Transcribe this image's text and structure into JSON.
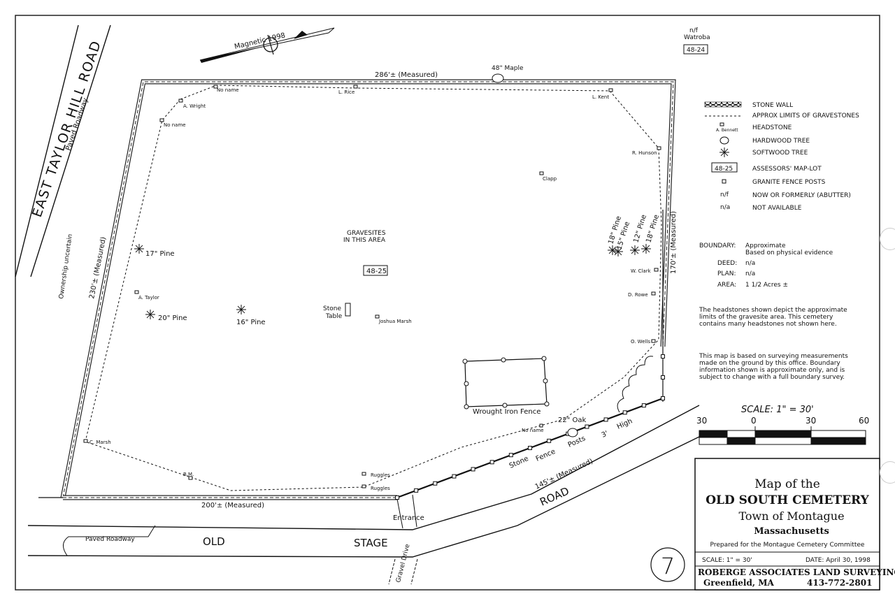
{
  "roads": {
    "east_taylor_hill": "EAST TAYLOR HILL ROAD",
    "east_taylor_hill_surface": "Paved Roadway",
    "old_stage_1": "OLD",
    "old_stage_2": "STAGE",
    "old_stage_3": "ROAD",
    "paved_roadway": "Paved Roadway",
    "gravel_drive": "Gravel Drive",
    "entrance": "Entrance"
  },
  "north_arrow": {
    "label": "Magnetic 1998"
  },
  "abutter": {
    "owner_prefix": "n/f",
    "owner": "Watroba",
    "lot": "48-24"
  },
  "boundary": {
    "north": "286'± (Measured)",
    "west": "230'± (Measured)",
    "east": "170'± (Measured)",
    "south": "200'± (Measured)",
    "southeast": "145'± (Measured)",
    "ownership_note": "Ownership uncertain"
  },
  "trees": {
    "maple_48": "48\" Maple",
    "pine_17": "17\" Pine",
    "pine_20": "20\" Pine",
    "pine_16": "16\" Pine",
    "pine_18a": "18\" Pine",
    "pine_15": "15\" Pine",
    "pine_12": "12\" Pine",
    "pine_18b": "18\" Pine",
    "oak_22": "22\" Oak"
  },
  "headstones": {
    "no_name_1": "No name",
    "l_rice": "L. Rice",
    "l_kent": "L. Kent",
    "a_wright": "A. Wright",
    "no_name_2": "No name",
    "r_hunson": "R. Hunson",
    "clapp": "Clapp",
    "w_clark": "W. Clark",
    "d_rowe": "D. Rowe",
    "a_taylor": "A. Taylor",
    "joshua_marsh": "Joshua Marsh",
    "o_wells": "O. Wells",
    "c_marsh": "C. Marsh",
    "bm": "B.M.",
    "ruggles_1": "Ruggles",
    "ruggles_2": "Ruggles",
    "no_name_3": "No name"
  },
  "features": {
    "gravesites_1": "GRAVESITES",
    "gravesites_2": "IN THIS AREA",
    "parcel": "48-25",
    "stone_table_1": "Stone",
    "stone_table_2": "Table",
    "iron_fence": "Wrought Iron Fence",
    "stone_fence": "Stone",
    "stone_fence_2": "Fence",
    "posts": "Posts",
    "fence_height_1": "3'",
    "fence_height_2": "High"
  },
  "legend": {
    "stone_wall": "STONE WALL",
    "gravestone_limits": "APPROX LIMITS OF GRAVESTONES",
    "headstone_sample": "A. Bennett",
    "headstone": "HEADSTONE",
    "hardwood": "HARDWOOD TREE",
    "softwood": "SOFTWOOD TREE",
    "map_lot_sample": "48-25",
    "map_lot": "ASSESSORS' MAP-LOT",
    "fence_posts": "GRANITE FENCE POSTS",
    "nf_sym": "n/f",
    "nf": "NOW OR FORMERLY (ABUTTER)",
    "na_sym": "n/a",
    "na": "NOT AVAILABLE"
  },
  "boundary_info": {
    "label": "BOUNDARY:",
    "value_1": "Approximate",
    "value_2": "Based on physical evidence",
    "deed_label": "DEED:",
    "deed": "n/a",
    "plan_label": "PLAN:",
    "plan": "n/a",
    "area_label": "AREA:",
    "area": "1 1/2 Acres ±"
  },
  "notes": {
    "n1": "The headstones shown depict the approximate",
    "n2": "limits of the gravesite area.  This cemetery",
    "n3": "contains many headstones not shown here.",
    "n4": "This map is based on surveying measurements",
    "n5": "made on the ground by this office.  Boundary",
    "n6": "information shown is approximate only, and is",
    "n7": "subject to change with a full boundary survey."
  },
  "scale_bar": {
    "title": "SCALE:   1\"  =  30'",
    "ticks": [
      "30",
      "0",
      "30",
      "60"
    ]
  },
  "title_block": {
    "line1": "Map of the",
    "line2": "OLD SOUTH CEMETERY",
    "line3": "Town of Montague",
    "line4": "Massachusetts",
    "prepared": "Prepared for the Montague Cemetery Committee",
    "scale": "SCALE:  1\" = 30'",
    "date": "DATE:  April 30, 1998",
    "firm": "ROBERGE ASSOCIATES LAND SURVEYING",
    "city": "Greenfield, MA",
    "phone": "413-772-2801"
  },
  "sheet_number": "7"
}
